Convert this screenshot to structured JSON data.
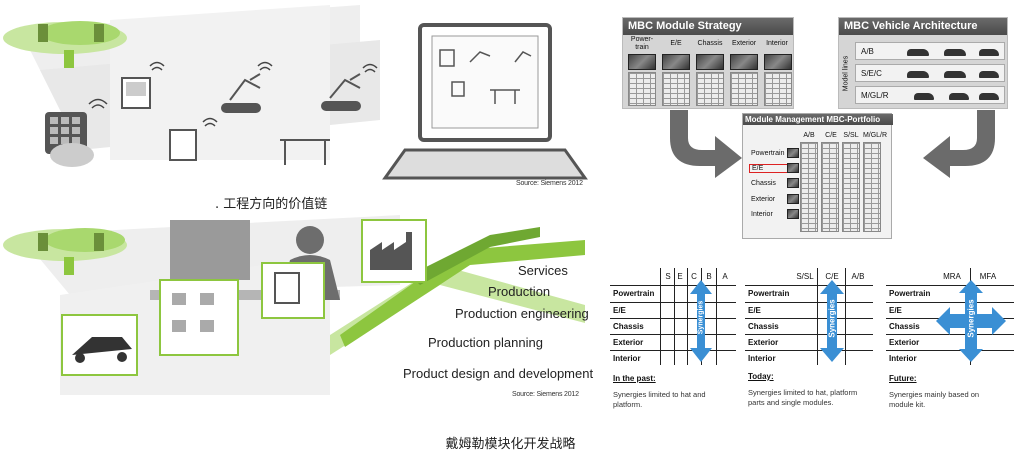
{
  "left_top": {
    "caption": ". 工程方向的价值链",
    "source": "Source: Siemens 2012"
  },
  "left_bottom": {
    "steps": [
      "Services",
      "Production",
      "Production engineering",
      "Production planning",
      "Product design and development"
    ],
    "source": "Source: Siemens 2012"
  },
  "mbc_strategy": {
    "title": "MBC Module Strategy",
    "columns": [
      "Power-\ntrain",
      "E/E",
      "Chassis",
      "Exterior",
      "Interior"
    ]
  },
  "mbc_vehicle": {
    "title": "MBC Vehicle Architecture",
    "side_label": "Model lines",
    "rows": [
      "A/B",
      "S/E/C",
      "M/GL/R"
    ]
  },
  "mbc_portfolio": {
    "title": "Module Management MBC-Portfolio",
    "columns": [
      "A/B",
      "C/E",
      "S/SL",
      "M/GL/R"
    ],
    "rows": [
      "Powertrain",
      "E/E",
      "Chassis",
      "Exterior",
      "Interior"
    ]
  },
  "synergy_tables": [
    {
      "columns": [
        "S",
        "E",
        "C",
        "B",
        "A"
      ],
      "rows": [
        "Powertrain",
        "E/E",
        "Chassis",
        "Exterior",
        "Interior"
      ],
      "arrow_label": "Synergies",
      "note_title": "In the past:",
      "note": "Synergies limited to hat and platform."
    },
    {
      "columns": [
        "S/SL",
        "C/E",
        "A/B"
      ],
      "rows": [
        "Powertrain",
        "E/E",
        "Chassis",
        "Exterior",
        "Interior"
      ],
      "arrow_label": "Synergies",
      "note_title": "Today:",
      "note": "Synergies limited to hat, platform parts and single modules."
    },
    {
      "columns": [
        "MRA",
        "MFA"
      ],
      "rows": [
        "Powertrain",
        "E/E",
        "Chassis",
        "Exterior",
        "Interior"
      ],
      "arrow_label": "Synergies",
      "note_title": "Future:",
      "note": "Synergies mainly based on module kit."
    }
  ],
  "bottom_caption": "戴姆勒模块化开发战略",
  "colors": {
    "green": "#8dc63f",
    "light_green": "#c8e6a0",
    "arrow_blue": "#3a8fd4",
    "gray": "#888888"
  }
}
